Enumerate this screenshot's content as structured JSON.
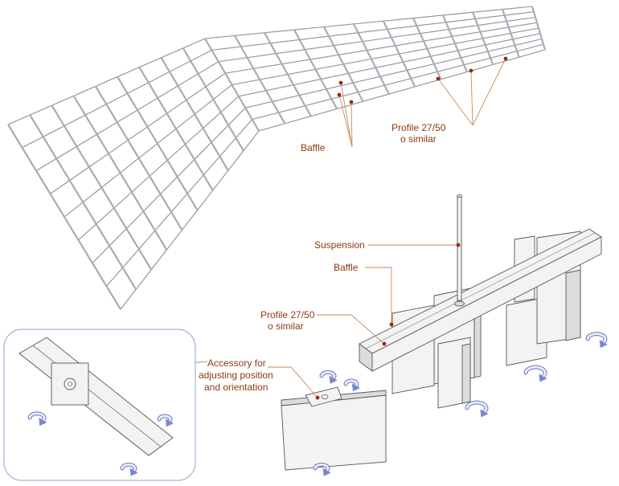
{
  "labels": {
    "baffle_top": "Baffle",
    "profile_top_line1": "Profile 27/50",
    "profile_top_line2": "o similar",
    "suspension": "Suspension",
    "baffle_mid": "Baffle",
    "profile_mid_line1": "Profile 27/50",
    "profile_mid_line2": "o similar",
    "accessory_line1": "Accessory for",
    "accessory_line2": "adjusting position",
    "accessory_line3": "and orientation"
  },
  "icons": [
    "rotation-arrow-icon"
  ],
  "colors": {
    "label_text": "#8b3a12",
    "leader_line": "#c98a5a",
    "mesh_line": "#8e8e98",
    "rotation_arrow": "#7b86c9",
    "inset_border": "#9fb6d8"
  }
}
